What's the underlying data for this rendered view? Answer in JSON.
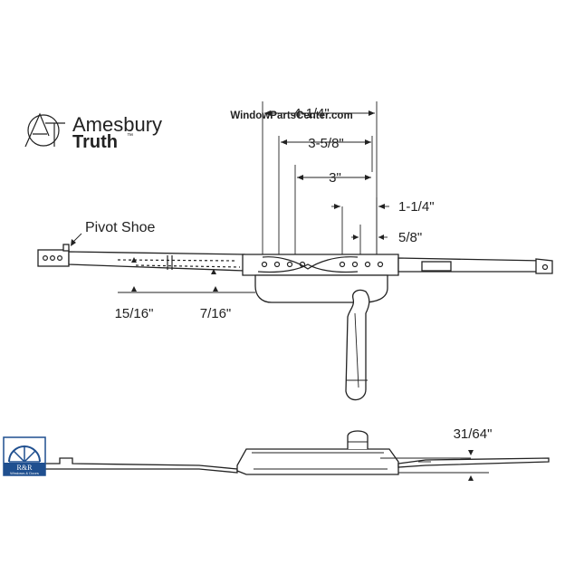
{
  "brand": {
    "name_top": "Amesbury",
    "name_bottom": "Truth",
    "trademark": "™",
    "monogram": "AT"
  },
  "watermark": "WindowPartsCenter.com",
  "labels": {
    "pivot_shoe": "Pivot Shoe"
  },
  "dimensions": {
    "overall": "4-1/4\"",
    "d_3_5_8": "3-5/8\"",
    "d_3": "3\"",
    "d_1_1_4": "1-1/4\"",
    "d_5_8": "5/8\"",
    "d_15_16": "15/16\"",
    "d_7_16": "7/16\"",
    "d_31_64": "31/64\""
  },
  "dealer_logo": {
    "initials": "R&R",
    "tagline": "Windows & Doors",
    "color": "#1f4f8f"
  },
  "colors": {
    "line": "#222222",
    "background": "#ffffff"
  }
}
